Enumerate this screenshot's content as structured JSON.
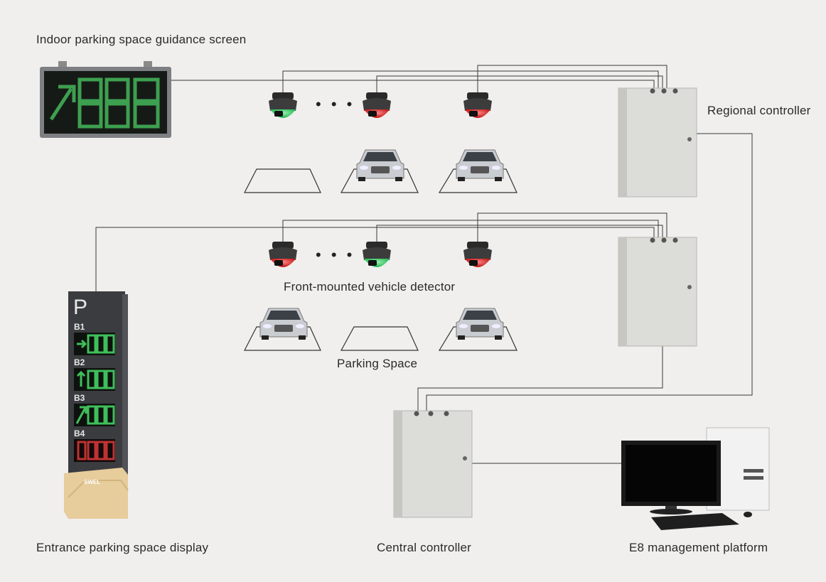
{
  "labels": {
    "indoor_screen": "Indoor parking space guidance screen",
    "regional_controller": "Regional controller",
    "front_detector": "Front-mounted vehicle detector",
    "parking_space": "Parking Space",
    "entrance_display": "Entrance parking space display",
    "central_controller": "Central controller",
    "management_platform": "E8 management platform"
  },
  "ellipsis": "• • •",
  "entrance_display": {
    "logo": "P",
    "floors": [
      "B1",
      "B2",
      "B3",
      "B4"
    ],
    "brand": "SWEL"
  },
  "colors": {
    "background": "#f0efed",
    "wire": "#3a3a3a",
    "led_green": "#3fd06a",
    "led_red": "#d83030",
    "cabinet": "#dcdcd8"
  },
  "icons": {
    "detector": "vehicle-detector-icon",
    "car": "car-icon",
    "cabinet": "controller-cabinet-icon",
    "computer": "computer-icon"
  }
}
